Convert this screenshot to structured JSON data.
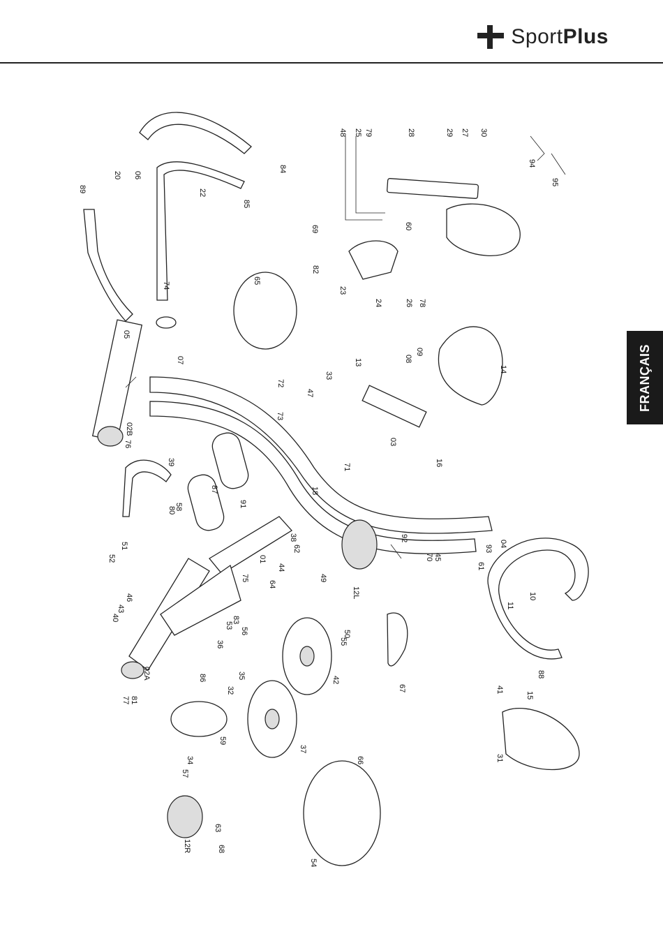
{
  "brand": {
    "name_light": "Sport",
    "name_bold": "Plus"
  },
  "language_tab": "FRANÇAIS",
  "parts": [
    "01",
    "02A",
    "02B",
    "03",
    "04",
    "05",
    "06",
    "07",
    "08",
    "09",
    "10",
    "11",
    "12L",
    "12R",
    "13",
    "14",
    "15",
    "16",
    "18",
    "20",
    "22",
    "23",
    "24",
    "25",
    "26",
    "27",
    "28",
    "29",
    "30",
    "31",
    "32",
    "33",
    "34",
    "35",
    "36",
    "37",
    "38",
    "39",
    "40",
    "41",
    "42",
    "43",
    "44",
    "45",
    "46",
    "47",
    "48",
    "49",
    "50",
    "51",
    "52",
    "53",
    "54",
    "55",
    "56",
    "57",
    "58",
    "59",
    "60",
    "61",
    "62",
    "63",
    "64",
    "65",
    "66",
    "67",
    "68",
    "69",
    "70",
    "71",
    "72",
    "73",
    "74",
    "75",
    "76",
    "77",
    "78",
    "79",
    "80",
    "81",
    "82",
    "83",
    "84",
    "85",
    "86",
    "87",
    "88",
    "89",
    "91",
    "92",
    "93",
    "94",
    "95"
  ]
}
